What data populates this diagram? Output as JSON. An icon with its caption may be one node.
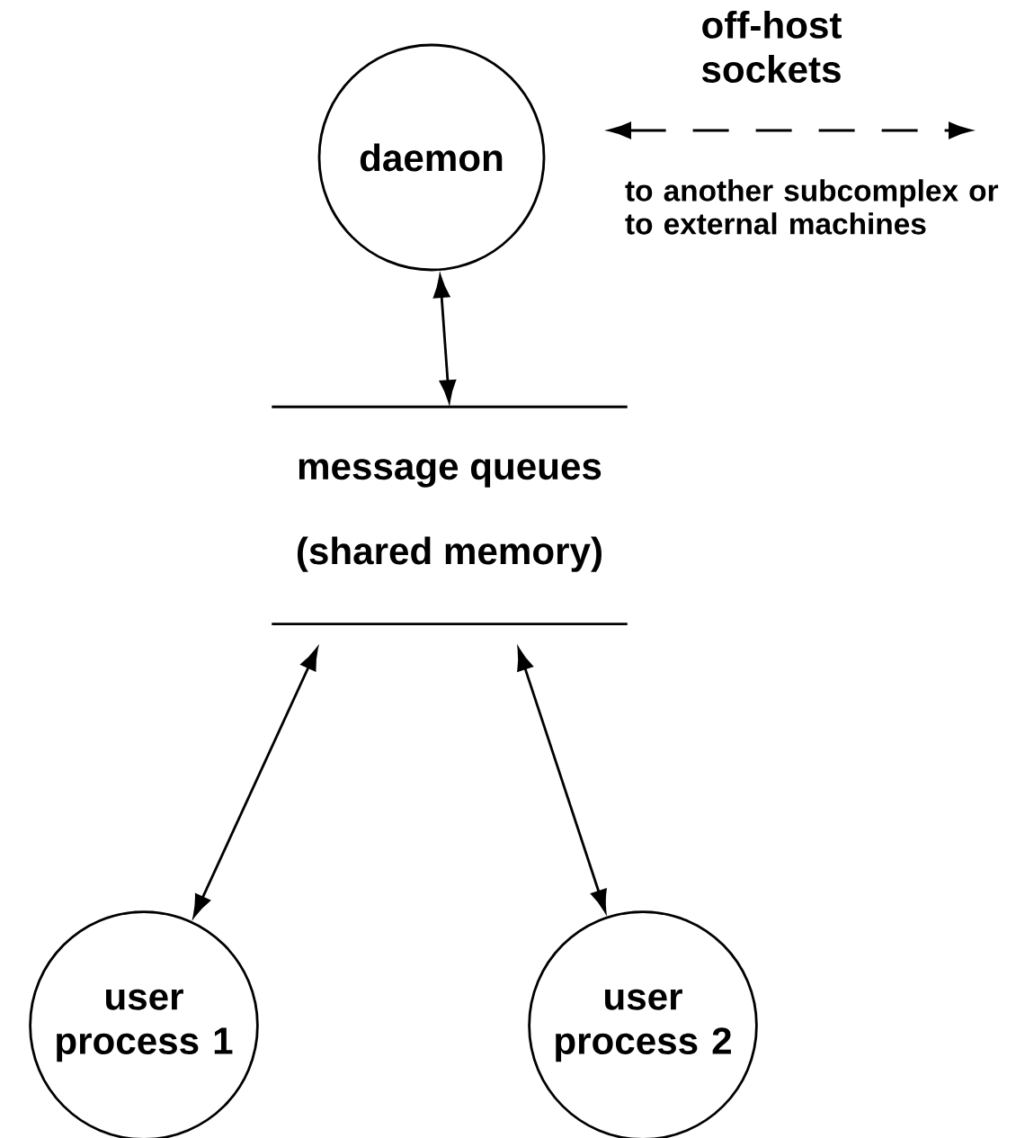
{
  "diagram": {
    "nodes": [
      {
        "text": [
          "daemon"
        ]
      },
      {
        "text": [
          "message queues",
          "(shared memory)"
        ]
      },
      {
        "text": [
          "user process 1"
        ]
      },
      {
        "text": [
          "user process 2"
        ]
      }
    ],
    "edges": [
      {
        "from": 0,
        "to": 1,
        "arrow": "both"
      },
      {
        "from": 1,
        "to": 2,
        "arrow": "both"
      },
      {
        "from": 1,
        "to": 3,
        "arrow": "both"
      }
    ],
    "labels": [
      "off-host sockets",
      "to another subcomplex or to external machines"
    ]
  }
}
